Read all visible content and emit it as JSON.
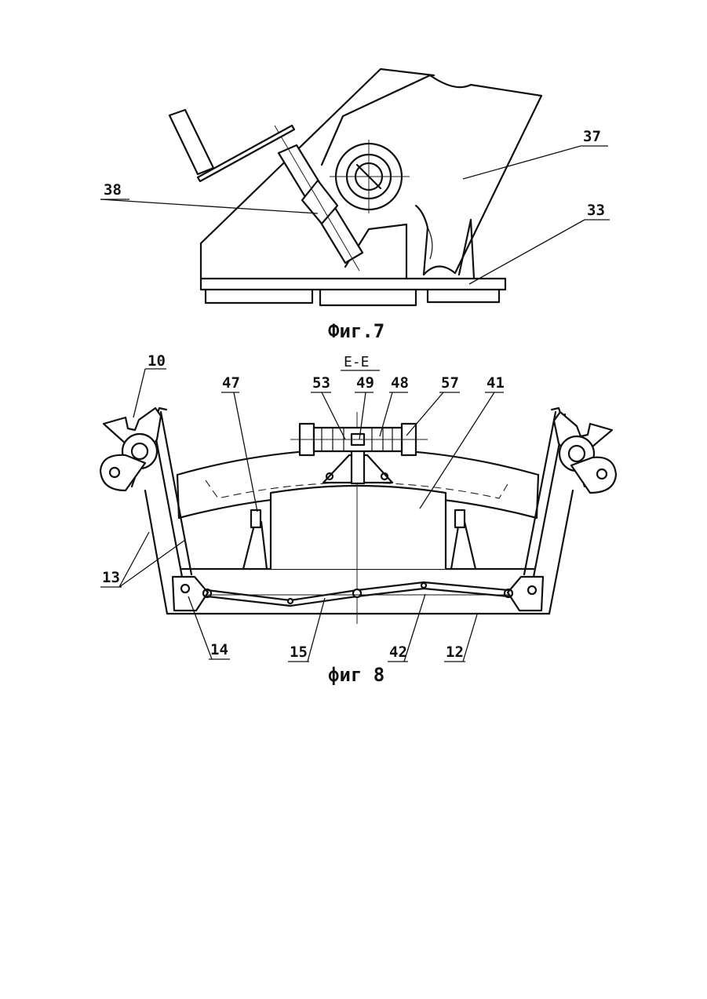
{
  "figure7": {
    "caption": "Фиг.7",
    "labels": {
      "l38": "38",
      "l37": "37",
      "l33": "33"
    }
  },
  "figure8": {
    "caption": "фиг 8",
    "section_label": "Е-Е",
    "labels": {
      "l10": "10",
      "l47": "47",
      "l53": "53",
      "l49": "49",
      "l48": "48",
      "l57": "57",
      "l41": "41",
      "l13": "13",
      "l14": "14",
      "l15": "15",
      "l42": "42",
      "l12": "12"
    }
  }
}
